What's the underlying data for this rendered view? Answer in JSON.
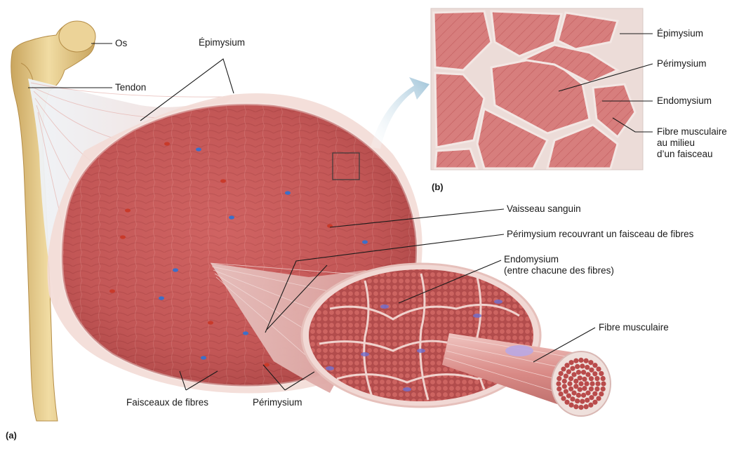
{
  "panel_a": {
    "letter": "(a)",
    "labels": {
      "os": "Os",
      "tendon": "Tendon",
      "epimysium": "Épimysium",
      "vaisseau": "Vaisseau sanguin",
      "perimysium_cover": "Périmysium recouvrant un faisceau de fibres",
      "endomysium": "Endomysium\n(entre chacune des fibres)",
      "fibre": "Fibre musculaire",
      "faisceaux": "Faisceaux de fibres",
      "perimysium": "Périmysium"
    }
  },
  "panel_b": {
    "letter": "(b)",
    "labels": {
      "epimysium": "Épimysium",
      "perimysium": "Périmysium",
      "endomysium": "Endomysium",
      "fibre_center": "Fibre musculaire\nau milieu\nd’un faisceau"
    }
  },
  "colors": {
    "muscle": "#c85a5a",
    "muscle_dark": "#a84343",
    "muscle_light": "#e39a93",
    "sheath": "#f1d6d1",
    "bone": "#e9cf8e",
    "bone_dark": "#c9a55e",
    "tendon": "#dfe7ee",
    "micrograph_bg": "#d9a9a4",
    "arrow": "#b9d4e3",
    "leader": "#1a1a1a",
    "nucleus": "#6f6fd0",
    "vessel_red": "#c93a2a",
    "vessel_blue": "#3c6fc8"
  }
}
